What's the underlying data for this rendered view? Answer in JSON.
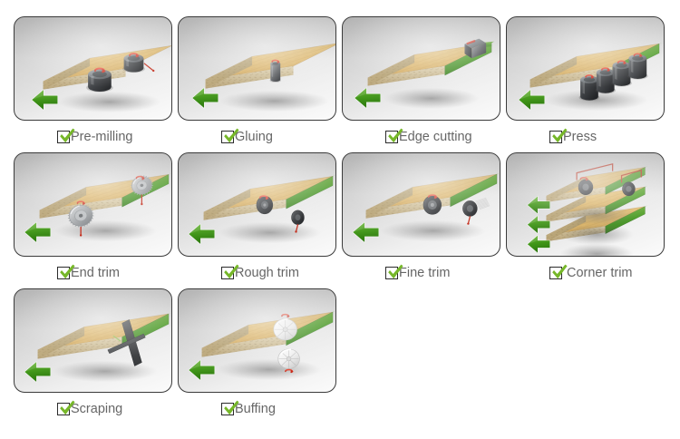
{
  "page": {
    "title": "Edge banding process steps",
    "background_color": "#ffffff",
    "accent_green": "#76b729",
    "label_color": "#666666",
    "checkbox_border_color": "#2c2c2c",
    "card_border_color": "#3b3b3b",
    "columns": 4
  },
  "steps": [
    {
      "index": 1,
      "label": "Pre-milling",
      "checked": true,
      "checkbox_icon": "checked-checkbox-icon",
      "illustration": {
        "name": "pre-milling-illustration",
        "board": "particleboard-panel",
        "edge_band": "none",
        "arrow": "green-feed-arrow",
        "tools": [
          "milling-cutter-head",
          "milling-cutter-head"
        ],
        "tool_count": 2
      }
    },
    {
      "index": 2,
      "label": "Gluing",
      "checked": true,
      "checkbox_icon": "checked-checkbox-icon",
      "illustration": {
        "name": "gluing-illustration",
        "board": "particleboard-panel",
        "edge_band": "none",
        "arrow": "green-feed-arrow",
        "tools": [
          "glue-roller"
        ],
        "tool_count": 1
      }
    },
    {
      "index": 3,
      "label": "Edge cutting",
      "checked": true,
      "checkbox_icon": "checked-checkbox-icon",
      "illustration": {
        "name": "edge-cutting-illustration",
        "board": "particleboard-panel",
        "edge_band": "green-edge-band-strip",
        "arrow": "green-feed-arrow",
        "tools": [
          "guillotine-cutter"
        ],
        "tool_count": 1
      }
    },
    {
      "index": 4,
      "label": "Press",
      "checked": true,
      "checkbox_icon": "checked-checkbox-icon",
      "illustration": {
        "name": "press-illustration",
        "board": "particleboard-panel",
        "edge_band": "green-edge-band",
        "arrow": "green-feed-arrow",
        "tools": [
          "press-roller",
          "press-roller",
          "press-roller",
          "press-roller"
        ],
        "tool_count": 4
      }
    },
    {
      "index": 5,
      "label": "End trim",
      "checked": true,
      "checkbox_icon": "checked-checkbox-icon",
      "illustration": {
        "name": "end-trim-illustration",
        "board": "particleboard-panel",
        "edge_band": "green-edge-band",
        "arrow": "green-feed-arrow",
        "tools": [
          "circular-saw-blade",
          "circular-saw-blade"
        ],
        "tool_count": 2
      }
    },
    {
      "index": 6,
      "label": "Rough trim",
      "checked": true,
      "checkbox_icon": "checked-checkbox-icon",
      "illustration": {
        "name": "rough-trim-illustration",
        "board": "particleboard-panel",
        "edge_band": "green-edge-band",
        "arrow": "green-feed-arrow",
        "tools": [
          "trim-cutter-head",
          "trim-cutter-head"
        ],
        "tool_count": 2
      }
    },
    {
      "index": 7,
      "label": "Fine trim",
      "checked": true,
      "checkbox_icon": "checked-checkbox-icon",
      "illustration": {
        "name": "fine-trim-illustration",
        "board": "particleboard-panel",
        "edge_band": "green-edge-band",
        "arrow": "green-feed-arrow",
        "tools": [
          "fine-trim-cutter",
          "fine-trim-cutter"
        ],
        "tool_count": 2
      }
    },
    {
      "index": 8,
      "label": "Corner trim",
      "checked": true,
      "checkbox_icon": "checked-checkbox-icon",
      "illustration": {
        "name": "corner-trim-illustration",
        "board": "three-stacked-panels",
        "edge_band": "green-edge-band",
        "arrow": "green-feed-arrow",
        "arrow_count": 3,
        "tools": [
          "corner-rounding-cutter",
          "corner-rounding-cutter"
        ],
        "tool_count": 2
      }
    },
    {
      "index": 9,
      "label": "Scraping",
      "checked": true,
      "checkbox_icon": "checked-checkbox-icon",
      "illustration": {
        "name": "scraping-illustration",
        "board": "particleboard-panel",
        "edge_band": "green-edge-band",
        "arrow": "green-feed-arrow",
        "tools": [
          "scraper-blade",
          "scraper-blade"
        ],
        "tool_count": 2
      }
    },
    {
      "index": 10,
      "label": "Buffing",
      "checked": true,
      "checkbox_icon": "checked-checkbox-icon",
      "illustration": {
        "name": "buffing-illustration",
        "board": "particleboard-panel",
        "edge_band": "green-edge-band",
        "arrow": "green-feed-arrow",
        "tools": [
          "buffing-wheel",
          "buffing-wheel"
        ],
        "tool_count": 2
      }
    }
  ]
}
